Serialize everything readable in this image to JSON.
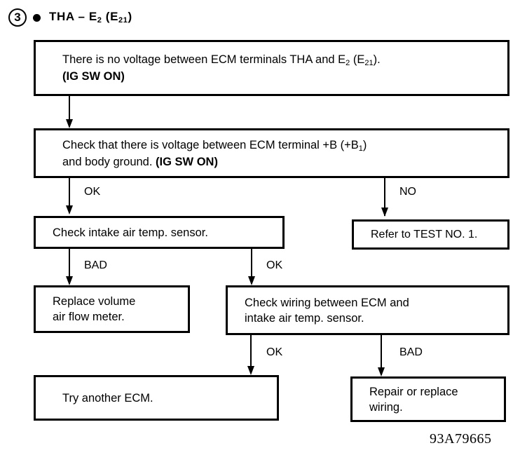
{
  "header": {
    "step_number": "3",
    "bullet": "bullet-dot",
    "title_main": "THA ",
    "title_dash": "–",
    "title_e2": " E",
    "title_e2_sub": "2",
    "title_paren_open": " (E",
    "title_paren_sub": "21",
    "title_paren_close": ")"
  },
  "chart_data": {
    "type": "diagram",
    "title": "THA – E2 (E21) troubleshooting flow chart",
    "nodes": [
      {
        "id": "n1",
        "line1": "There is no voltage between ECM terminals THA and E",
        "sub1": "2",
        "line1b": " (E",
        "sub1b": "21",
        "line1c": ").",
        "line2": "(IG SW ON)"
      },
      {
        "id": "n2",
        "line1": "Check that there is voltage between ECM terminal +B (+B",
        "sub1": "1",
        "line1c": ")",
        "line2a": "and body ground. ",
        "line2b": "(IG SW ON)"
      },
      {
        "id": "n3",
        "line1": "Check intake air temp. sensor."
      },
      {
        "id": "n4",
        "line1": "Refer to TEST NO. 1."
      },
      {
        "id": "n5",
        "line1": "Replace volume",
        "line2": "air flow meter."
      },
      {
        "id": "n6",
        "line1": "Check wiring between ECM and",
        "line2": "intake air temp. sensor."
      },
      {
        "id": "n7",
        "line1": "Try another ECM."
      },
      {
        "id": "n8",
        "line1": "Repair or replace",
        "line2": "wiring."
      }
    ],
    "edges": [
      {
        "from": "n1",
        "to": "n2",
        "label": ""
      },
      {
        "from": "n2",
        "to": "n3",
        "label": "OK"
      },
      {
        "from": "n2",
        "to": "n4",
        "label": "NO"
      },
      {
        "from": "n3",
        "to": "n5",
        "label": "BAD"
      },
      {
        "from": "n3",
        "to": "n6",
        "label": "OK"
      },
      {
        "from": "n6",
        "to": "n7",
        "label": "OK"
      },
      {
        "from": "n6",
        "to": "n8",
        "label": "BAD"
      }
    ],
    "edge_labels": [
      "OK",
      "NO",
      "BAD",
      "OK",
      "OK",
      "BAD"
    ]
  },
  "labels": {
    "ok1": "OK",
    "no1": "NO",
    "bad1": "BAD",
    "ok2": "OK",
    "ok3": "OK",
    "bad2": "BAD"
  },
  "footer": {
    "figure_code": "93A79665"
  },
  "colors": {
    "ink": "#000000",
    "paper": "#ffffff"
  }
}
